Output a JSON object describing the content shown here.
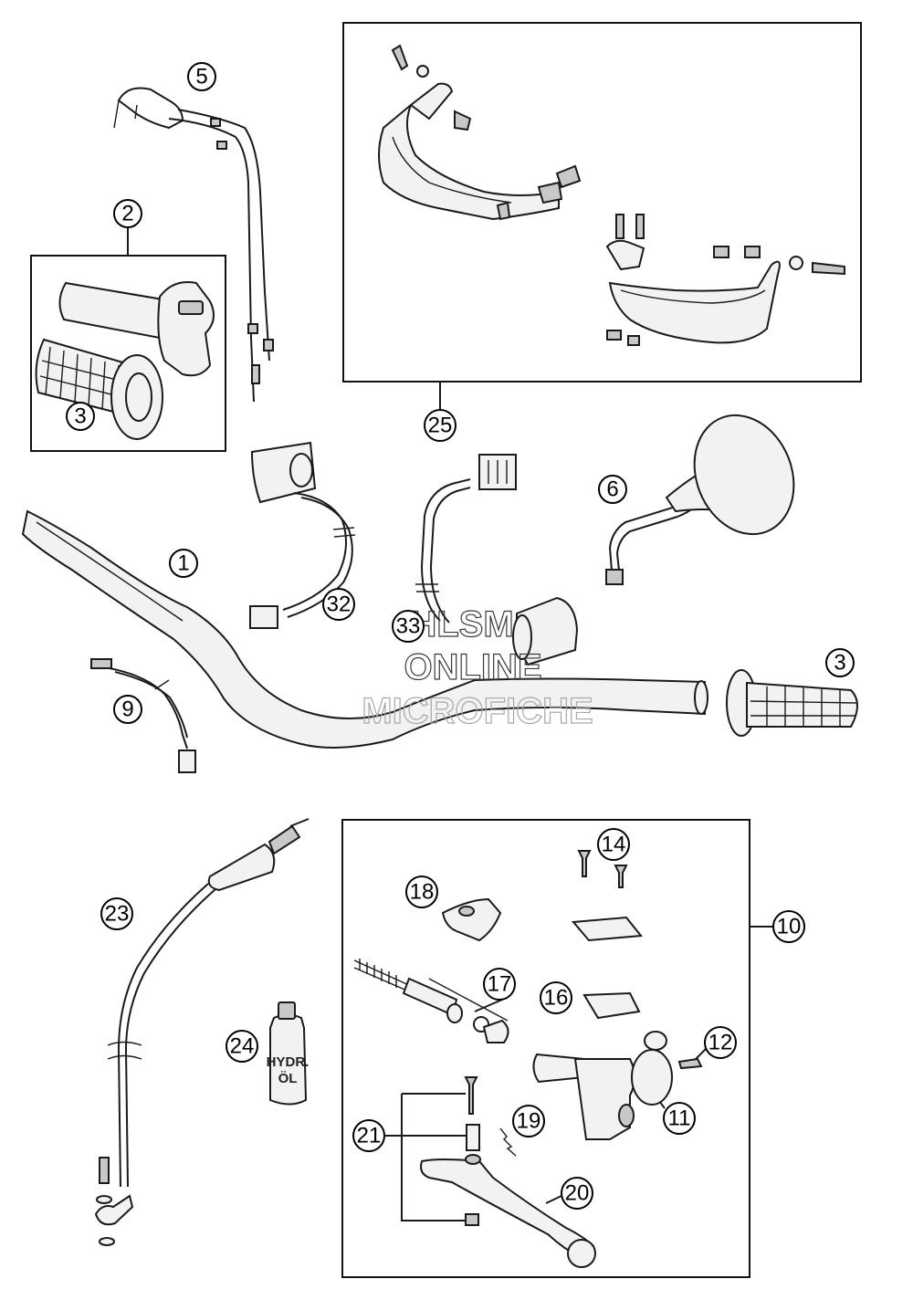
{
  "callouts": {
    "c1": "1",
    "c2": "2",
    "c3a": "3",
    "c3b": "3",
    "c5": "5",
    "c6": "6",
    "c9": "9",
    "c10": "10",
    "c11": "11",
    "c12": "12",
    "c14": "14",
    "c16": "16",
    "c17": "17",
    "c18": "18",
    "c19": "19",
    "c20": "20",
    "c21": "21",
    "c23": "23",
    "c24": "24",
    "c25": "25",
    "c32": "32",
    "c33": "33"
  },
  "bottle_label": {
    "line1": "HYDR.",
    "line2": "ÖL"
  },
  "watermark": {
    "line1": "HLSM",
    "line2": "ONLINE",
    "line3": "MICROFICHE"
  }
}
